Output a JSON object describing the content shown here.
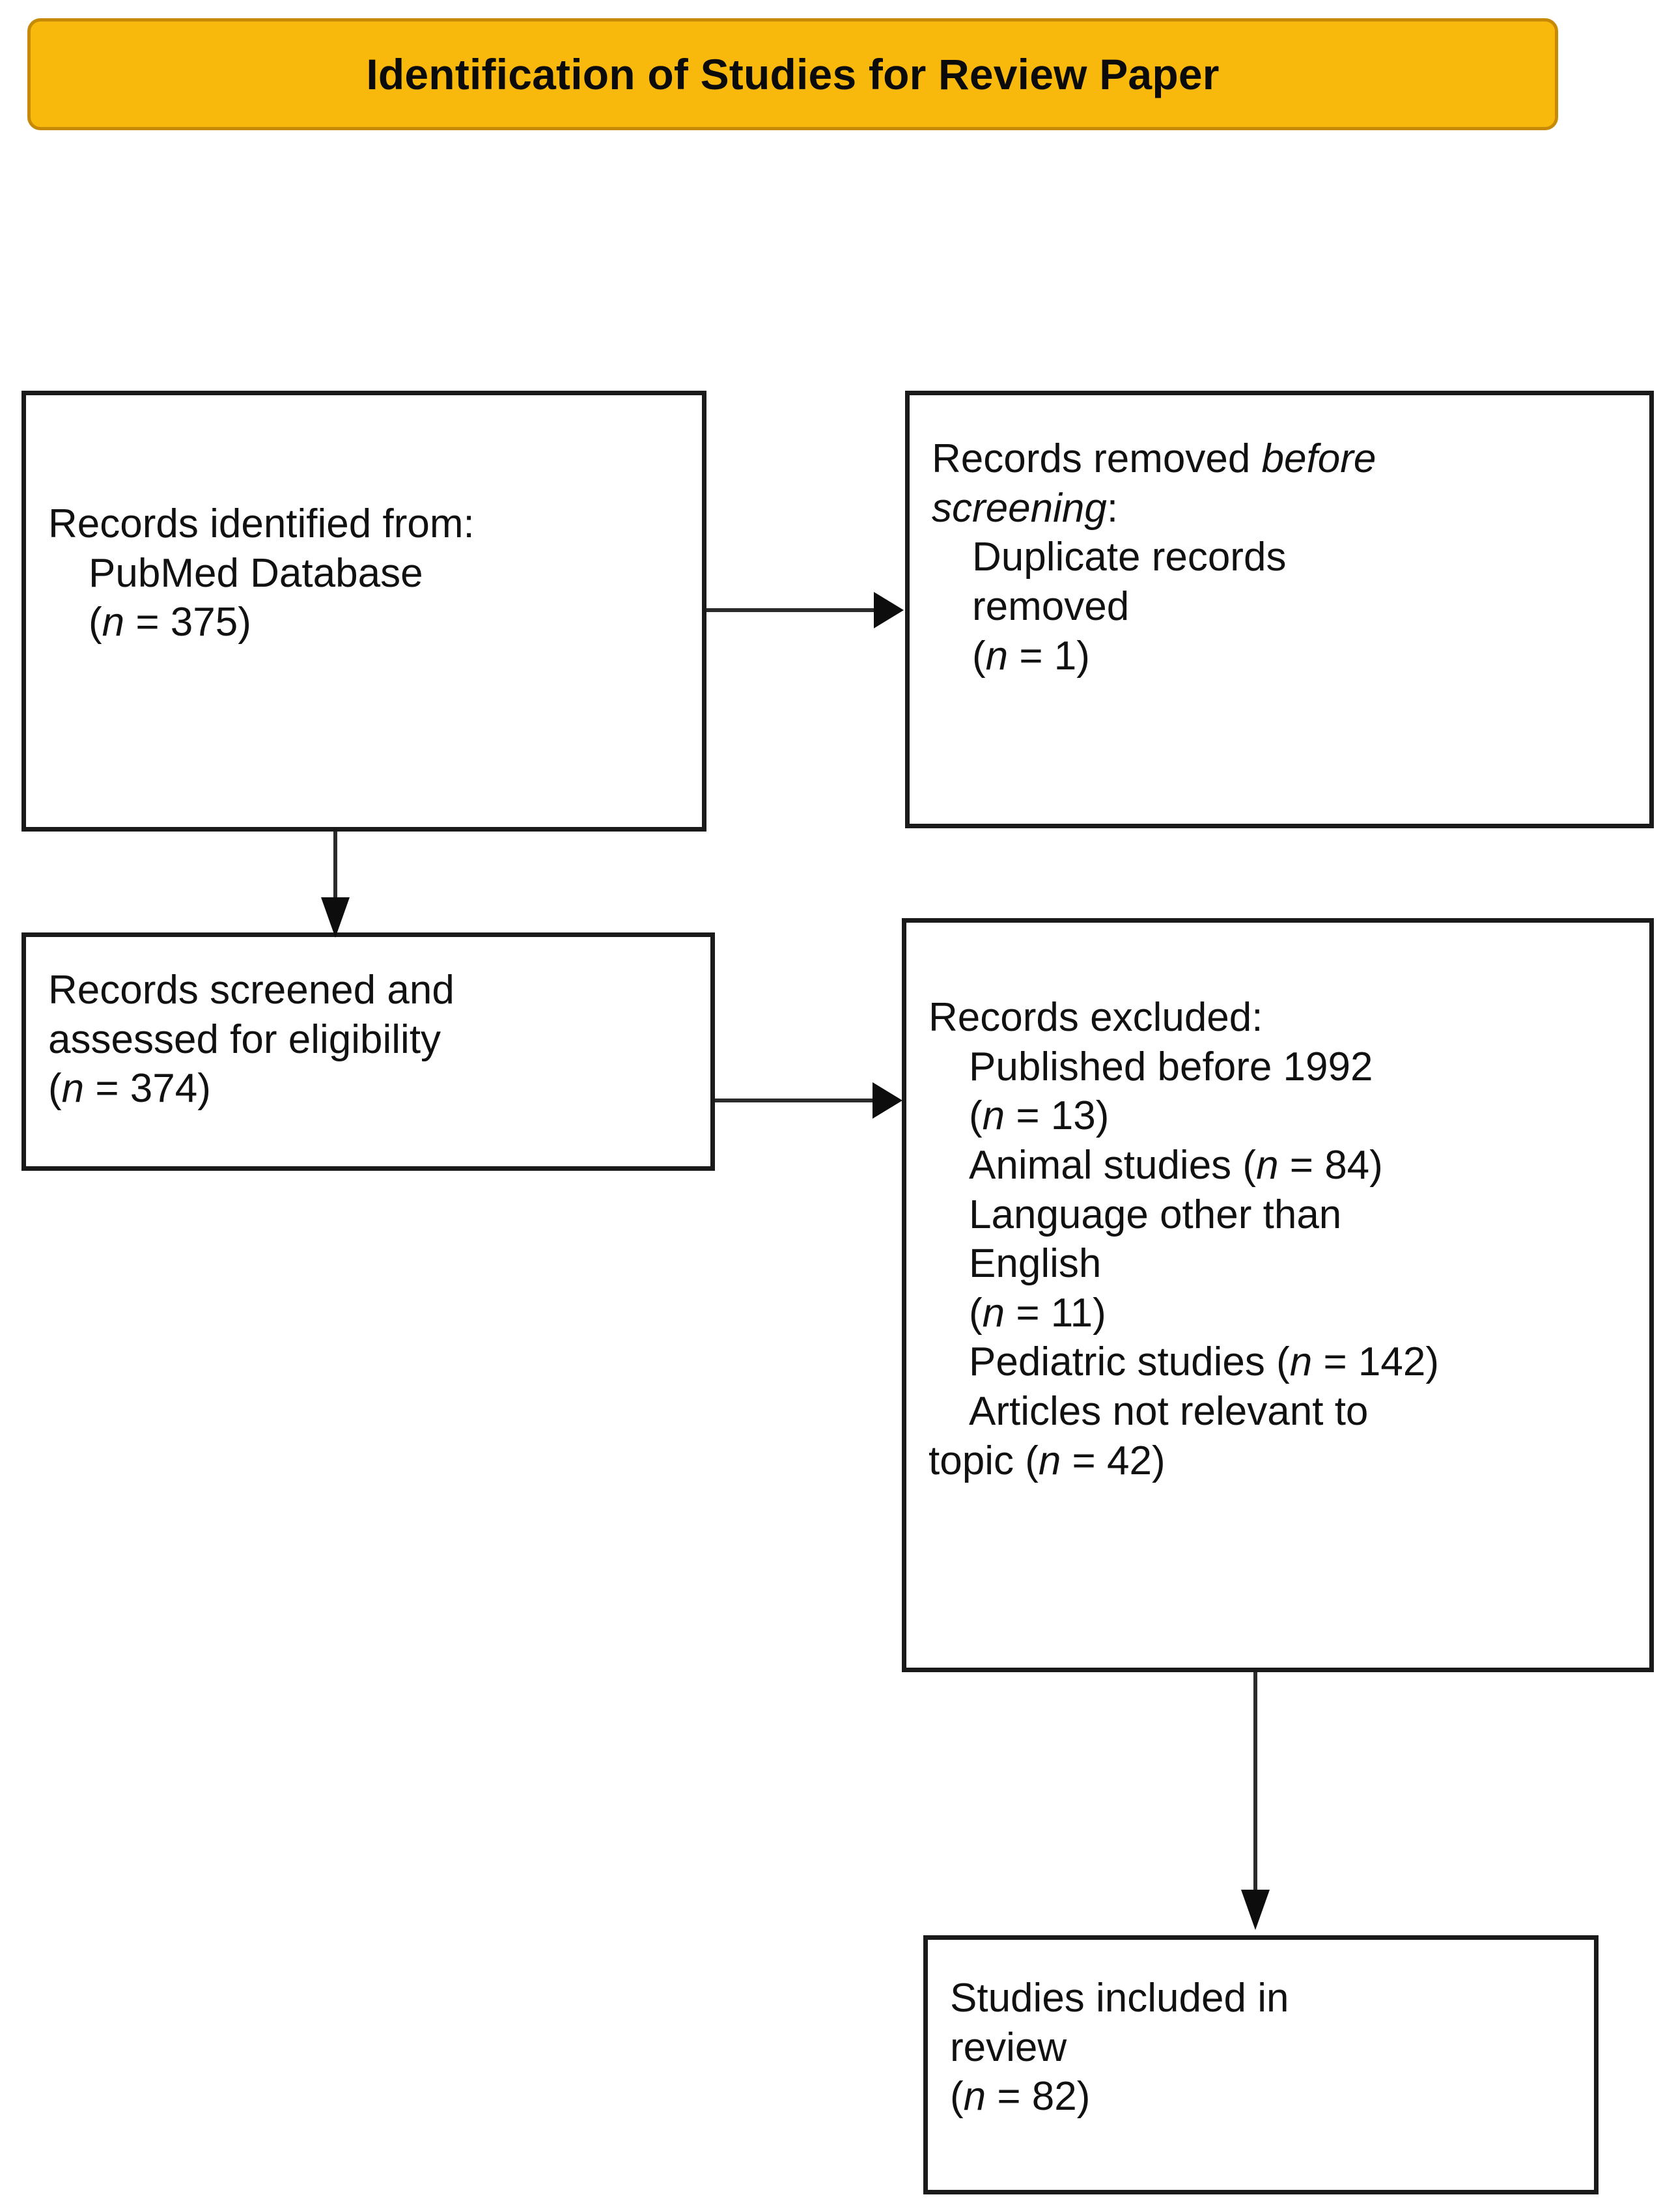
{
  "banner": {
    "title": "Identification of Studies for Review Paper",
    "bg_color": "#F9B90C",
    "border_color": "#C68A07",
    "text_color": "#0b0b0b"
  },
  "diagram": {
    "type": "prisma-flow-diagram",
    "box_border_color": "#1a1a1a",
    "box_fill_color": "#ffffff",
    "connector_color": "#2b2b2b"
  },
  "boxes": {
    "identified": {
      "name": "records-identified",
      "line1": "Records identified from:",
      "line2": "PubMed Database",
      "line3_open": "(",
      "line3_n": "n",
      "line3_rest": " = 375)",
      "count": 375
    },
    "removed": {
      "name": "records-removed-before-screening",
      "line1_plain": "Records removed ",
      "line1_ital": "before",
      "line2_ital": "screening",
      "line2_plain": ":",
      "line3": "Duplicate records",
      "line4": "removed",
      "line5_open": "(",
      "line5_n": "n",
      "line5_rest": " = 1)",
      "count": 1
    },
    "screened": {
      "name": "records-screened",
      "line1": "Records screened and",
      "line2": "assessed for eligibility",
      "line3_open": "(",
      "line3_n": "n",
      "line3_rest": " = 374)",
      "count": 374
    },
    "excluded": {
      "name": "records-excluded",
      "heading": "Records excluded:",
      "reasons": [
        {
          "label": "Published before 1992",
          "n_open": "(",
          "n_sym": "n",
          "n_rest": " = 13)",
          "count": 13,
          "inline": false
        },
        {
          "label": "Animal studies (",
          "n_sym": "n",
          "n_rest": " = 84)",
          "count": 84,
          "inline": true
        },
        {
          "label": "Language other than",
          "label2": "English",
          "n_open": "(",
          "n_sym": "n",
          "n_rest": " = 11)",
          "count": 11,
          "inline": false
        },
        {
          "label": "Pediatric studies (",
          "n_sym": "n",
          "n_rest": " = 142)",
          "count": 142,
          "inline": true
        },
        {
          "label": "Articles not relevant to",
          "label2": "topic (",
          "n_sym": "n",
          "n_rest": " = 42)",
          "count": 42,
          "inline": true
        }
      ]
    },
    "included": {
      "name": "studies-included",
      "line1": "Studies included in",
      "line2": "review",
      "line3_open": "(",
      "line3_n": "n",
      "line3_rest": " = 82)",
      "count": 82
    }
  },
  "connectors": [
    {
      "name": "identified-to-removed",
      "direction": "right"
    },
    {
      "name": "identified-to-screened",
      "direction": "down"
    },
    {
      "name": "screened-to-excluded",
      "direction": "right"
    },
    {
      "name": "excluded-to-included",
      "direction": "down"
    }
  ]
}
